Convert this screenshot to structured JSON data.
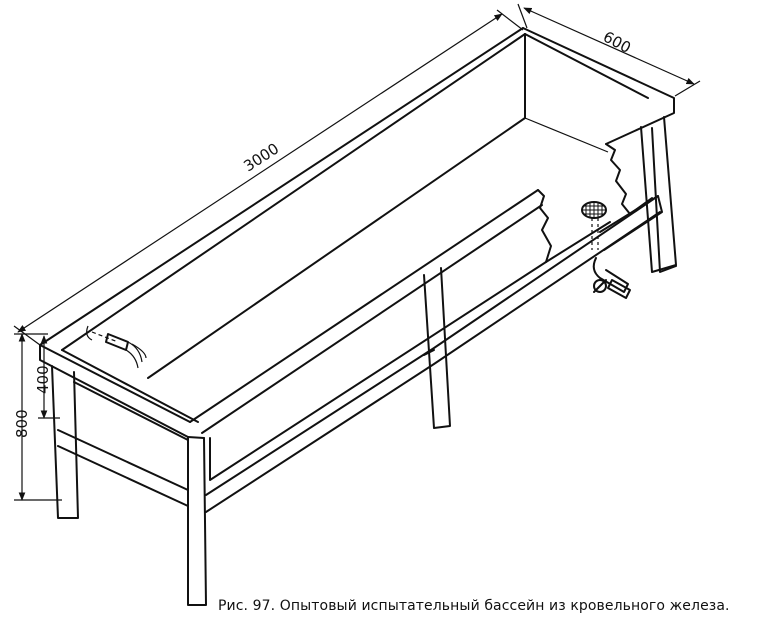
{
  "dimensions": {
    "length": "3000",
    "width": "600",
    "height_total": "800",
    "height_upper": "400"
  },
  "caption": "Рис. 97. Опытовый испытательный бассейн из кровельного железа."
}
